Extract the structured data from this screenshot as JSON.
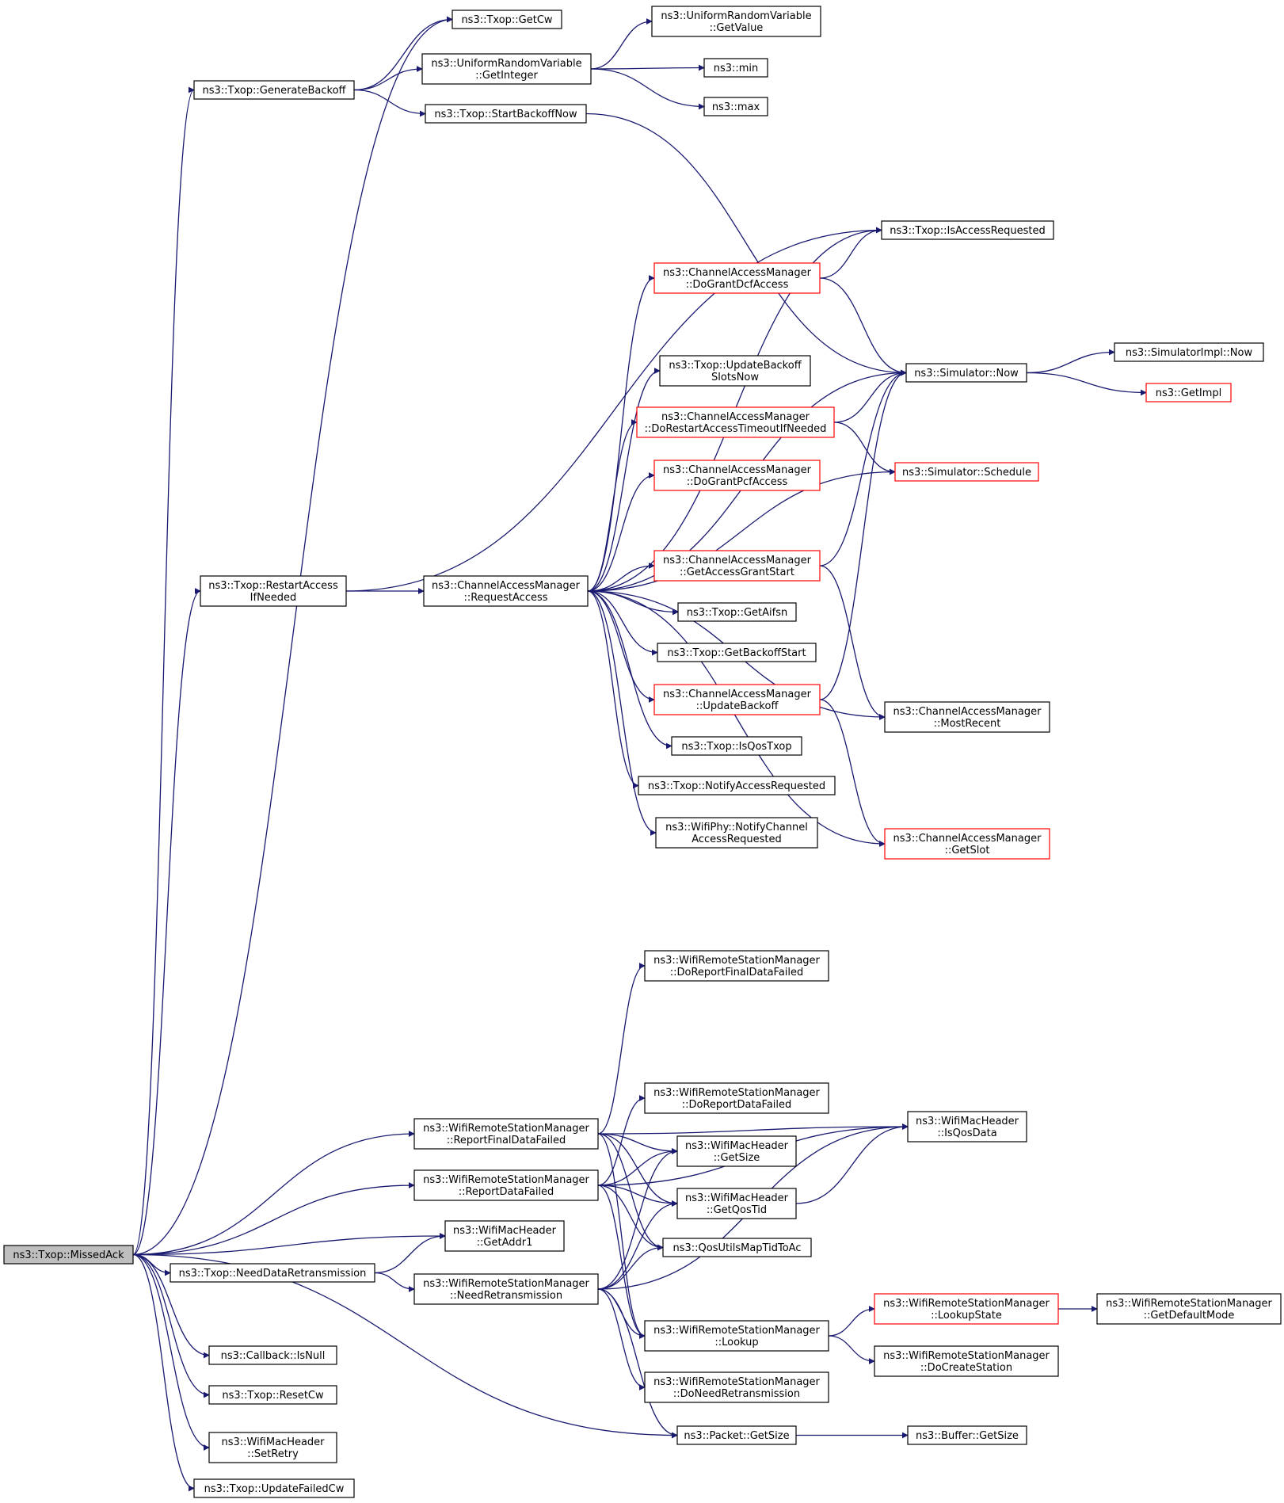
{
  "colors": {
    "edge": "#191970",
    "node_border": "#000000",
    "node_border_truncated": "#ff0000",
    "root_fill": "#bfbfbf",
    "node_fill": "#ffffff"
  },
  "nodes": [
    {
      "id": "missedack",
      "lines": [
        "ns3::Txop::MissedAck"
      ],
      "style": "root"
    },
    {
      "id": "getcw",
      "lines": [
        "ns3::Txop::GetCw"
      ],
      "style": "normal"
    },
    {
      "id": "genbackoff",
      "lines": [
        "ns3::Txop::GenerateBackoff"
      ],
      "style": "normal"
    },
    {
      "id": "urv_getvalue",
      "lines": [
        "ns3::UniformRandomVariable",
        "::GetValue"
      ],
      "style": "normal"
    },
    {
      "id": "urv_getinteger",
      "lines": [
        "ns3::UniformRandomVariable",
        "::GetInteger"
      ],
      "style": "normal"
    },
    {
      "id": "min",
      "lines": [
        "ns3::min"
      ],
      "style": "normal"
    },
    {
      "id": "max",
      "lines": [
        "ns3::max"
      ],
      "style": "normal"
    },
    {
      "id": "startbackoffnow",
      "lines": [
        "ns3::Txop::StartBackoffNow"
      ],
      "style": "normal"
    },
    {
      "id": "isaccessrequested",
      "lines": [
        "ns3::Txop::IsAccessRequested"
      ],
      "style": "normal"
    },
    {
      "id": "dograntdcf",
      "lines": [
        "ns3::ChannelAccessManager",
        "::DoGrantDcfAccess"
      ],
      "style": "truncated"
    },
    {
      "id": "sim_now",
      "lines": [
        "ns3::Simulator::Now"
      ],
      "style": "normal"
    },
    {
      "id": "simimpl_now",
      "lines": [
        "ns3::SimulatorImpl::Now"
      ],
      "style": "normal"
    },
    {
      "id": "getimpl",
      "lines": [
        "ns3::GetImpl"
      ],
      "style": "truncated"
    },
    {
      "id": "updatebackoffslots",
      "lines": [
        "ns3::Txop::UpdateBackoff",
        "SlotsNow"
      ],
      "style": "normal"
    },
    {
      "id": "dorestart",
      "lines": [
        "ns3::ChannelAccessManager",
        "::DoRestartAccessTimeoutIfNeeded"
      ],
      "style": "truncated"
    },
    {
      "id": "schedule",
      "lines": [
        "ns3::Simulator::Schedule"
      ],
      "style": "truncated"
    },
    {
      "id": "dograntpcf",
      "lines": [
        "ns3::ChannelAccessManager",
        "::DoGrantPcfAccess"
      ],
      "style": "truncated"
    },
    {
      "id": "getaccessgrant",
      "lines": [
        "ns3::ChannelAccessManager",
        "::GetAccessGrantStart"
      ],
      "style": "truncated"
    },
    {
      "id": "restartaccess",
      "lines": [
        "ns3::Txop::RestartAccess",
        "IfNeeded"
      ],
      "style": "normal"
    },
    {
      "id": "requestaccess",
      "lines": [
        "ns3::ChannelAccessManager",
        "::RequestAccess"
      ],
      "style": "normal"
    },
    {
      "id": "getaifsn",
      "lines": [
        "ns3::Txop::GetAifsn"
      ],
      "style": "normal"
    },
    {
      "id": "getbackoffstart",
      "lines": [
        "ns3::Txop::GetBackoffStart"
      ],
      "style": "normal"
    },
    {
      "id": "updatebackoff",
      "lines": [
        "ns3::ChannelAccessManager",
        "::UpdateBackoff"
      ],
      "style": "truncated"
    },
    {
      "id": "mostrecent",
      "lines": [
        "ns3::ChannelAccessManager",
        "::MostRecent"
      ],
      "style": "normal"
    },
    {
      "id": "isqostxop",
      "lines": [
        "ns3::Txop::IsQosTxop"
      ],
      "style": "normal"
    },
    {
      "id": "notifyaccessreq",
      "lines": [
        "ns3::Txop::NotifyAccessRequested"
      ],
      "style": "normal"
    },
    {
      "id": "wifiphy_notify",
      "lines": [
        "ns3::WifiPhy::NotifyChannel",
        "AccessRequested"
      ],
      "style": "normal"
    },
    {
      "id": "getslot",
      "lines": [
        "ns3::ChannelAccessManager",
        "::GetSlot"
      ],
      "style": "truncated"
    },
    {
      "id": "doreportfinal",
      "lines": [
        "ns3::WifiRemoteStationManager",
        "::DoReportFinalDataFailed"
      ],
      "style": "normal"
    },
    {
      "id": "doreportdata",
      "lines": [
        "ns3::WifiRemoteStationManager",
        "::DoReportDataFailed"
      ],
      "style": "normal"
    },
    {
      "id": "isqosdata",
      "lines": [
        "ns3::WifiMacHeader",
        "::IsQosData"
      ],
      "style": "normal"
    },
    {
      "id": "reportfinal",
      "lines": [
        "ns3::WifiRemoteStationManager",
        "::ReportFinalDataFailed"
      ],
      "style": "normal"
    },
    {
      "id": "mac_getsize",
      "lines": [
        "ns3::WifiMacHeader",
        "::GetSize"
      ],
      "style": "normal"
    },
    {
      "id": "reportdata",
      "lines": [
        "ns3::WifiRemoteStationManager",
        "::ReportDataFailed"
      ],
      "style": "normal"
    },
    {
      "id": "getqostid",
      "lines": [
        "ns3::WifiMacHeader",
        "::GetQosTid"
      ],
      "style": "normal"
    },
    {
      "id": "getaddr1",
      "lines": [
        "ns3::WifiMacHeader",
        "::GetAddr1"
      ],
      "style": "normal"
    },
    {
      "id": "qosutils",
      "lines": [
        "ns3::QosUtilsMapTidToAc"
      ],
      "style": "normal"
    },
    {
      "id": "needdataretx",
      "lines": [
        "ns3::Txop::NeedDataRetransmission"
      ],
      "style": "normal"
    },
    {
      "id": "needretx",
      "lines": [
        "ns3::WifiRemoteStationManager",
        "::NeedRetransmission"
      ],
      "style": "normal"
    },
    {
      "id": "lookupstate",
      "lines": [
        "ns3::WifiRemoteStationManager",
        "::LookupState"
      ],
      "style": "truncated"
    },
    {
      "id": "getdefaultmode",
      "lines": [
        "ns3::WifiRemoteStationManager",
        "::GetDefaultMode"
      ],
      "style": "normal"
    },
    {
      "id": "lookup",
      "lines": [
        "ns3::WifiRemoteStationManager",
        "::Lookup"
      ],
      "style": "normal"
    },
    {
      "id": "docreatestation",
      "lines": [
        "ns3::WifiRemoteStationManager",
        "::DoCreateStation"
      ],
      "style": "normal"
    },
    {
      "id": "isnull",
      "lines": [
        "ns3::Callback::IsNull"
      ],
      "style": "normal"
    },
    {
      "id": "donedretx",
      "lines": [
        "ns3::WifiRemoteStationManager",
        "::DoNeedRetransmission"
      ],
      "style": "normal"
    },
    {
      "id": "resetcw",
      "lines": [
        "ns3::Txop::ResetCw"
      ],
      "style": "normal"
    },
    {
      "id": "packet_getsize",
      "lines": [
        "ns3::Packet::GetSize"
      ],
      "style": "normal"
    },
    {
      "id": "buffer_getsize",
      "lines": [
        "ns3::Buffer::GetSize"
      ],
      "style": "normal"
    },
    {
      "id": "setretry",
      "lines": [
        "ns3::WifiMacHeader",
        "::SetRetry"
      ],
      "style": "normal"
    },
    {
      "id": "updatefailedcw",
      "lines": [
        "ns3::Txop::UpdateFailedCw"
      ],
      "style": "normal"
    }
  ],
  "edges": [
    [
      "missedack",
      "getcw"
    ],
    [
      "missedack",
      "genbackoff"
    ],
    [
      "missedack",
      "restartaccess"
    ],
    [
      "missedack",
      "reportfinal"
    ],
    [
      "missedack",
      "reportdata"
    ],
    [
      "missedack",
      "getaddr1"
    ],
    [
      "missedack",
      "needdataretx"
    ],
    [
      "missedack",
      "isnull"
    ],
    [
      "missedack",
      "resetcw"
    ],
    [
      "missedack",
      "setretry"
    ],
    [
      "missedack",
      "updatefailedcw"
    ],
    [
      "missedack",
      "packet_getsize"
    ],
    [
      "genbackoff",
      "getcw"
    ],
    [
      "genbackoff",
      "urv_getinteger"
    ],
    [
      "genbackoff",
      "startbackoffnow"
    ],
    [
      "urv_getinteger",
      "urv_getvalue"
    ],
    [
      "urv_getinteger",
      "min"
    ],
    [
      "urv_getinteger",
      "max"
    ],
    [
      "startbackoffnow",
      "sim_now"
    ],
    [
      "restartaccess",
      "isaccessrequested"
    ],
    [
      "restartaccess",
      "requestaccess"
    ],
    [
      "requestaccess",
      "isaccessrequested"
    ],
    [
      "requestaccess",
      "dograntdcf"
    ],
    [
      "requestaccess",
      "sim_now"
    ],
    [
      "requestaccess",
      "updatebackoffslots"
    ],
    [
      "requestaccess",
      "dorestart"
    ],
    [
      "requestaccess",
      "dograntpcf"
    ],
    [
      "requestaccess",
      "schedule"
    ],
    [
      "requestaccess",
      "getaccessgrant"
    ],
    [
      "requestaccess",
      "getaifsn"
    ],
    [
      "requestaccess",
      "getbackoffstart"
    ],
    [
      "requestaccess",
      "updatebackoff"
    ],
    [
      "requestaccess",
      "isqostxop"
    ],
    [
      "requestaccess",
      "notifyaccessreq"
    ],
    [
      "requestaccess",
      "wifiphy_notify"
    ],
    [
      "requestaccess",
      "mostrecent"
    ],
    [
      "requestaccess",
      "getslot"
    ],
    [
      "dograntdcf",
      "isaccessrequested"
    ],
    [
      "dograntdcf",
      "sim_now"
    ],
    [
      "dorestart",
      "sim_now"
    ],
    [
      "dorestart",
      "schedule"
    ],
    [
      "getaccessgrant",
      "sim_now"
    ],
    [
      "getaccessgrant",
      "mostrecent"
    ],
    [
      "updatebackoff",
      "sim_now"
    ],
    [
      "updatebackoff",
      "getslot"
    ],
    [
      "sim_now",
      "simimpl_now"
    ],
    [
      "sim_now",
      "getimpl"
    ],
    [
      "reportfinal",
      "doreportfinal"
    ],
    [
      "reportfinal",
      "isqosdata"
    ],
    [
      "reportfinal",
      "mac_getsize"
    ],
    [
      "reportfinal",
      "getqostid"
    ],
    [
      "reportfinal",
      "qosutils"
    ],
    [
      "reportfinal",
      "lookup"
    ],
    [
      "reportdata",
      "doreportdata"
    ],
    [
      "reportdata",
      "isqosdata"
    ],
    [
      "reportdata",
      "mac_getsize"
    ],
    [
      "reportdata",
      "getqostid"
    ],
    [
      "reportdata",
      "qosutils"
    ],
    [
      "reportdata",
      "lookup"
    ],
    [
      "needdataretx",
      "getaddr1"
    ],
    [
      "needdataretx",
      "needretx"
    ],
    [
      "needretx",
      "isqosdata"
    ],
    [
      "needretx",
      "mac_getsize"
    ],
    [
      "needretx",
      "getqostid"
    ],
    [
      "needretx",
      "qosutils"
    ],
    [
      "needretx",
      "lookup"
    ],
    [
      "needretx",
      "donedretx"
    ],
    [
      "needretx",
      "packet_getsize"
    ],
    [
      "getqostid",
      "isqosdata"
    ],
    [
      "lookup",
      "lookupstate"
    ],
    [
      "lookup",
      "docreatestation"
    ],
    [
      "lookupstate",
      "getdefaultmode"
    ],
    [
      "packet_getsize",
      "buffer_getsize"
    ]
  ]
}
